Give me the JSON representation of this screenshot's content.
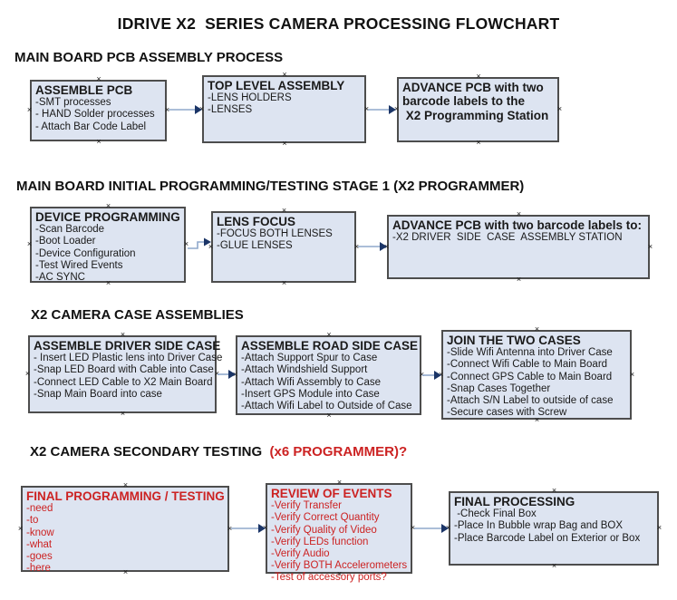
{
  "page_title": "IDRIVE X2  SERIES CAMERA PROCESSING FLOWCHART",
  "icons": {
    "connection_point_glyph": "×",
    "flow_arrow": "right-arrow"
  },
  "colors": {
    "box_fill": "#dde4f1",
    "box_border": "#4d4d4d",
    "connector_line": "#8fa8cb",
    "connector_arrowhead": "#1b3567",
    "accent_red": "#cc2222",
    "text": "#1a1a1a",
    "background": "#ffffff"
  },
  "sections": [
    {
      "heading": "MAIN BOARD PCB ASSEMBLY PROCESS",
      "heading_suffix": "",
      "boxes": [
        {
          "title": "ASSEMBLE PCB",
          "lines": [
            "-SMT processes",
            "- HAND Solder processes",
            "- Attach Bar Code Label"
          ]
        },
        {
          "title": "TOP LEVEL ASSEMBLY",
          "lines": [
            "-LENS HOLDERS",
            "-LENSES"
          ]
        },
        {
          "title": "ADVANCE PCB with two",
          "lines": [
            "barcode labels to the",
            " X2 Programming Station"
          ]
        }
      ]
    },
    {
      "heading": "MAIN BOARD INITIAL PROGRAMMING/TESTING STAGE 1 (X2 PROGRAMMER)",
      "heading_suffix": "",
      "boxes": [
        {
          "title": "DEVICE PROGRAMMING",
          "lines": [
            "-Scan Barcode",
            "-Boot Loader",
            "-Device Configuration",
            "-Test Wired Events",
            "-AC SYNC"
          ]
        },
        {
          "title": "LENS FOCUS",
          "lines": [
            "-FOCUS BOTH LENSES",
            "-GLUE LENSES"
          ]
        },
        {
          "title": "ADVANCE PCB with two barcode labels to:",
          "lines": [
            "-X2 DRIVER  SIDE  CASE  ASSEMBLY STATION"
          ]
        }
      ]
    },
    {
      "heading": "X2 CAMERA CASE ASSEMBLIES",
      "heading_suffix": "",
      "boxes": [
        {
          "title": "ASSEMBLE DRIVER SIDE CASE",
          "lines": [
            "- Insert LED Plastic lens into Driver Case",
            "-Snap LED Board with Cable into Case",
            "-Connect LED Cable to X2 Main Board",
            "-Snap Main Board into case"
          ]
        },
        {
          "title": "ASSEMBLE ROAD SIDE CASE",
          "lines": [
            "-Attach Support Spur to Case",
            "-Attach Windshield Support",
            "-Attach Wifi Assembly to Case",
            "-Insert GPS Module into Case",
            "-Attach Wifi Label to Outside of Case"
          ]
        },
        {
          "title": "JOIN THE TWO CASES",
          "lines": [
            "-Slide Wifi Antenna into Driver Case",
            "-Connect Wifi Cable to Main Board",
            "-Connect GPS Cable to Main Board",
            "-Snap Cases Together",
            "-Attach S/N Label to outside of case",
            "-Secure cases with Screw"
          ]
        }
      ]
    },
    {
      "heading": "X2 CAMERA SECONDARY TESTING  ",
      "heading_suffix": "(x6 PROGRAMMER)?",
      "boxes": [
        {
          "title": "FINAL PROGRAMMING / TESTING",
          "lines": [
            "-need",
            "-to",
            "-know",
            "-what",
            "-goes",
            "-here"
          ]
        },
        {
          "title": "REVIEW OF EVENTS",
          "lines": [
            "-Verify Transfer",
            "-Verify Correct Quantity",
            "-Verify Quality of Video",
            "-Verify LEDs function",
            "-Verify Audio",
            "-Verify BOTH Accelerometers",
            "-Test of accessory ports?"
          ]
        },
        {
          "title": "FINAL PROCESSING",
          "lines": [
            " -Check Final Box",
            "-Place In Bubble wrap Bag and BOX",
            "-Place Barcode Label on Exterior or Box"
          ]
        }
      ]
    }
  ]
}
